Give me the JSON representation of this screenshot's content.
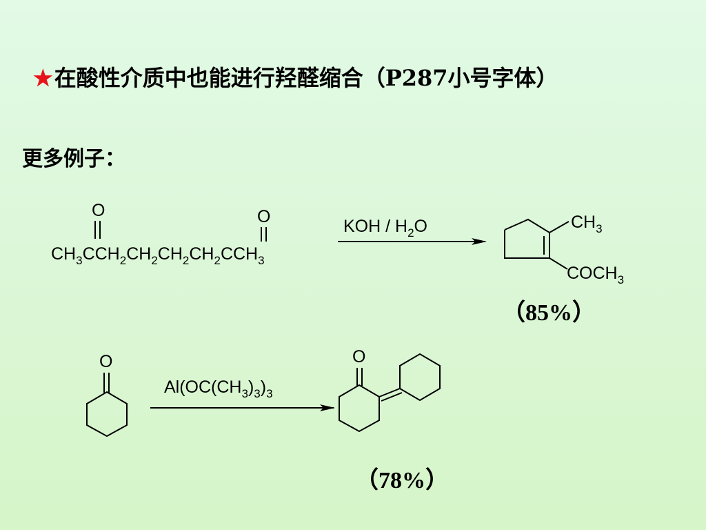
{
  "heading": {
    "star": "★",
    "text": "在酸性介质中也能进行羟醛缩合（P287小号字体）"
  },
  "subheading": "更多例子：",
  "reaction1": {
    "reactant_formula": [
      "CH",
      "3",
      "CCH",
      "2",
      "CH",
      "2",
      "CH",
      "2",
      "CH",
      "2",
      "CCH",
      "3"
    ],
    "reactant_o_left": "O",
    "reactant_o_right": "O",
    "reagent": [
      "KOH / H",
      "2",
      "O"
    ],
    "product_sub1": [
      "CH",
      "3"
    ],
    "product_sub2": [
      "COCH",
      "3"
    ],
    "yield": "（85%）"
  },
  "reaction2": {
    "reactant_o": "O",
    "reagent": [
      "Al(OC(CH",
      "3",
      ")",
      "3",
      ")",
      "3"
    ],
    "product_o": "O",
    "yield": "（78%）"
  },
  "colors": {
    "star": "#e8141b",
    "background_top": "#e2fae6",
    "background_bottom": "#d6f5c8"
  }
}
